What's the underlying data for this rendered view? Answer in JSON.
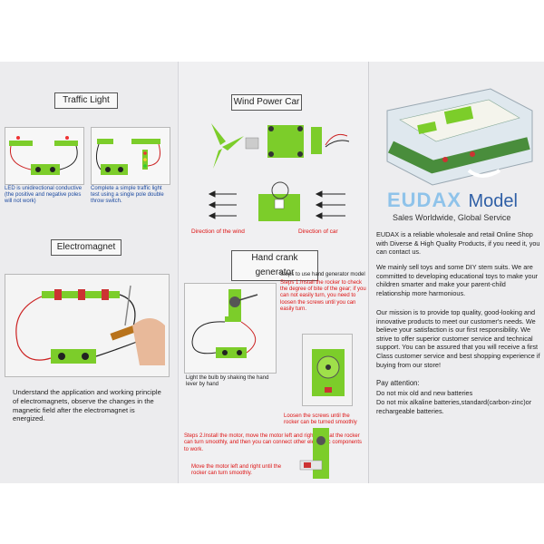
{
  "panel_left": {
    "traffic_title": "Traffic Light",
    "traffic_caption_left": "LED is unidirectional conductive (the positive and negative poles will not work)",
    "traffic_caption_right": "Complete a simple traffic light test using a single pole double throw switch.",
    "electromagnet_title": "Electromagnet",
    "electromagnet_text": "Understand the application and working principle of electromagnets, observe the changes in the magnetic field after the electromagnet is energized."
  },
  "panel_middle": {
    "wind_title": "Wind Power Car",
    "wind_label_left": "Direction of the wind",
    "wind_label_right": "Direction of car",
    "crank_title": "Hand crank generator",
    "steps_intro": "Steps to use hand generator model",
    "step1": "Steps 1.Install the rocker to check the degree of bite of the gear; if you can not easily turn, you need to loosen the screws until you can easily turn.",
    "caption_bulb": "Light the bulb by shaking the hand lever by hand",
    "caption_screws": "Loosen the screws until the rocker can be turned smoothly",
    "step2": "Steps 2.Install the motor, move the motor left and right, so that the rocker can turn smoothly, and then you can connect other electronic components to work.",
    "motor_caption": "Move the motor left and right until the rocker can turn smoothly."
  },
  "panel_right": {
    "brand": "EUDAX",
    "brand_suffix": "Model",
    "tagline": "Sales Worldwide, Global Service",
    "para1": "EUDAX is a reliable wholesale and retail Online Shop with Diverse & High Quality Products, if you need it, you can contact us.",
    "para2": "We mainly sell toys and some DIY stem suits. We are committed to developing educational toys to make your children smarter and make your parent-child relationship more harmonious.",
    "para3": "Our mission is to provide top quality, good-looking and innovative products to meet our customer's needs. We believe your satisfaction is our first responsibility. We strive to offer superior customer service and technical support. You can be assured that you will receive a first Class customer service and best shopping experience if buying from our store!",
    "attention_title": "Pay attention:",
    "attention_line1": "Do not mix old and new batteries",
    "attention_line2": "Do not mix alkaline batteries,standard(carbon-zinc)or rechargeable batteries."
  }
}
